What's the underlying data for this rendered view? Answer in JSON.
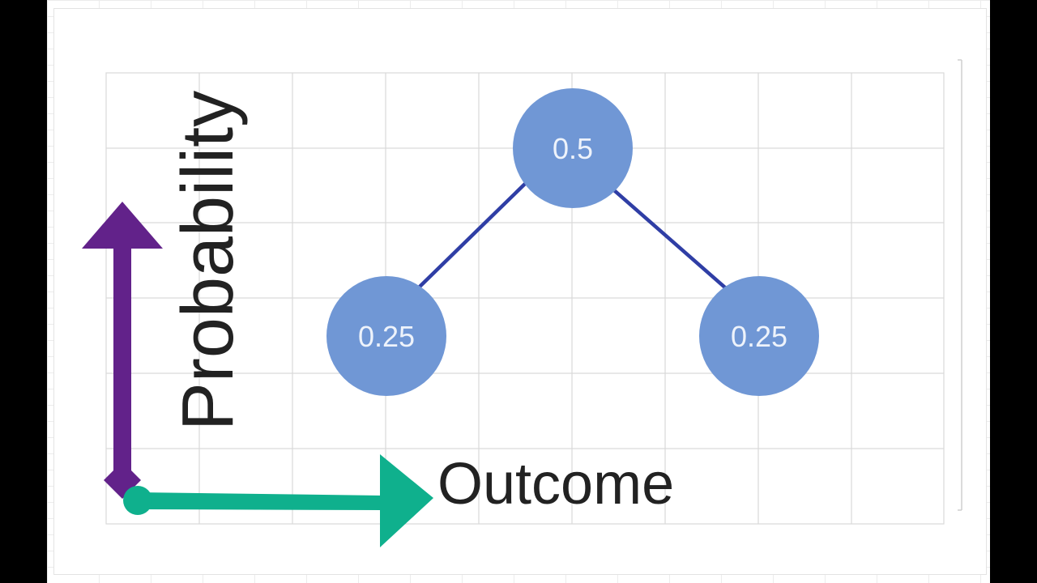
{
  "diagram": {
    "y_axis_label": "Probability",
    "x_axis_label": "Outcome",
    "nodes": [
      {
        "id": "left",
        "label": "0.25"
      },
      {
        "id": "top",
        "label": "0.5"
      },
      {
        "id": "right",
        "label": "0.25"
      }
    ],
    "colors": {
      "node_fill": "#7097d5",
      "node_text": "#eef3fb",
      "edge": "#2f3ea5",
      "y_arrow": "#62228a",
      "x_arrow": "#0fb08d",
      "label_text": "#222222",
      "grid": "#d9d9d9"
    }
  }
}
